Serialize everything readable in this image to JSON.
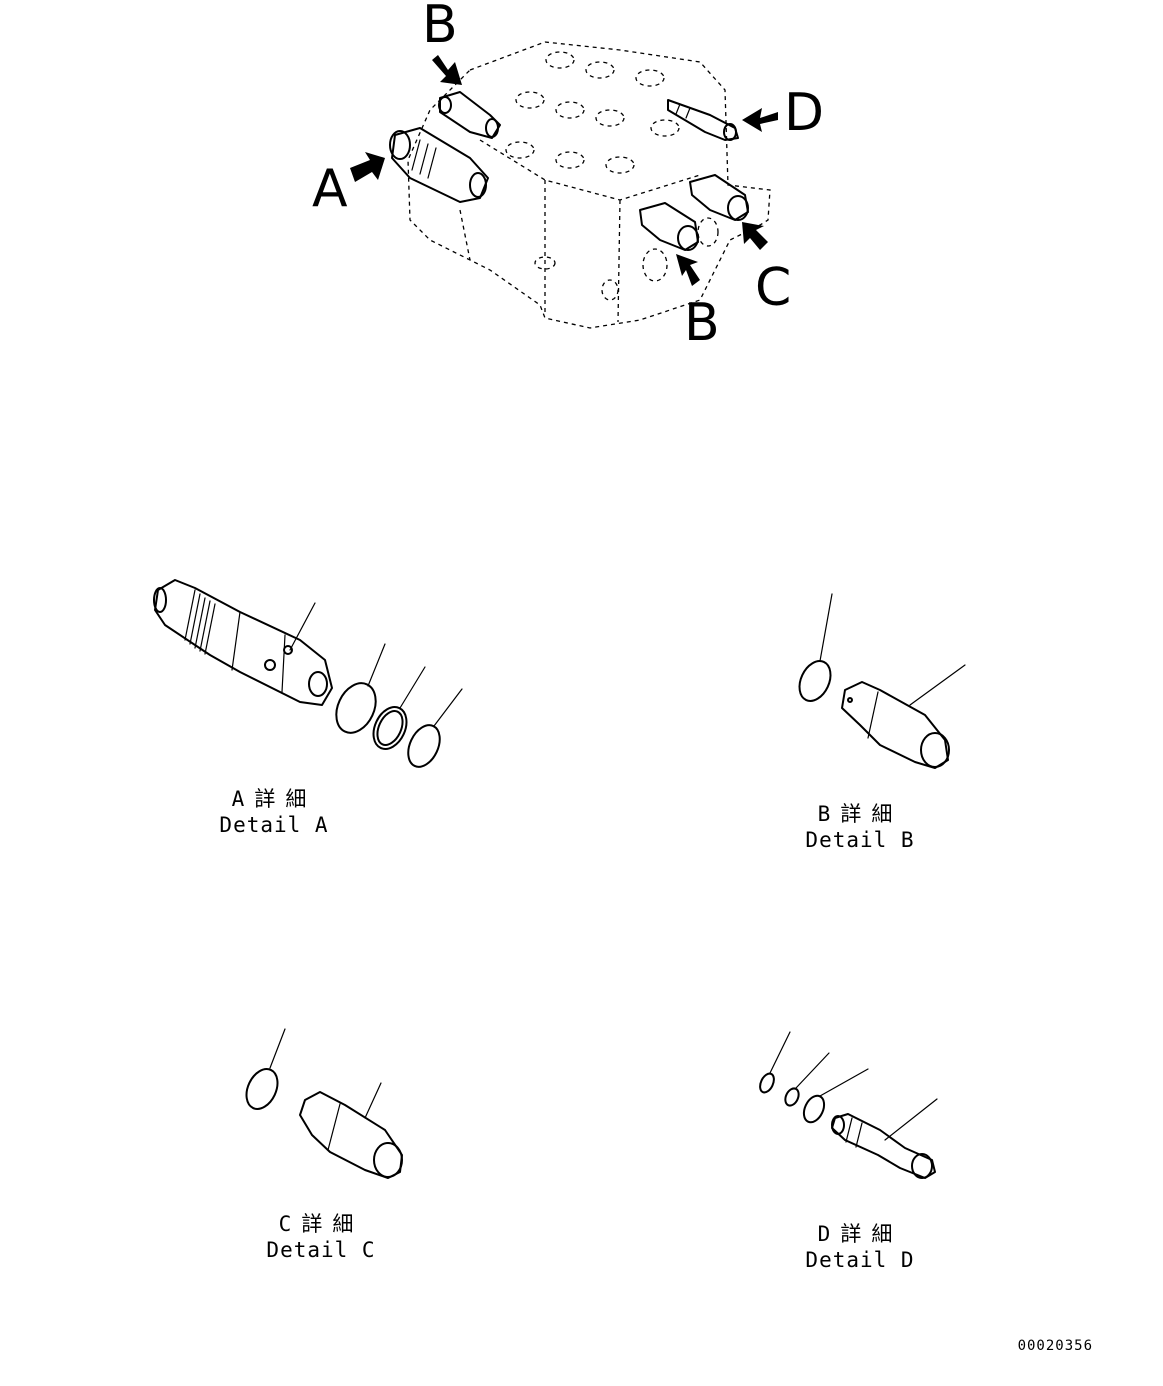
{
  "callouts": {
    "a": "A",
    "b_top": "B",
    "b_bottom": "B",
    "c": "C",
    "d": "D"
  },
  "details": {
    "a": {
      "jp": "A詳細",
      "en": "Detail A"
    },
    "b": {
      "jp": "B詳細",
      "en": "Detail B"
    },
    "c": {
      "jp": "C詳細",
      "en": "Detail C"
    },
    "d": {
      "jp": "D詳細",
      "en": "Detail D"
    }
  },
  "figure_number": "00020356"
}
